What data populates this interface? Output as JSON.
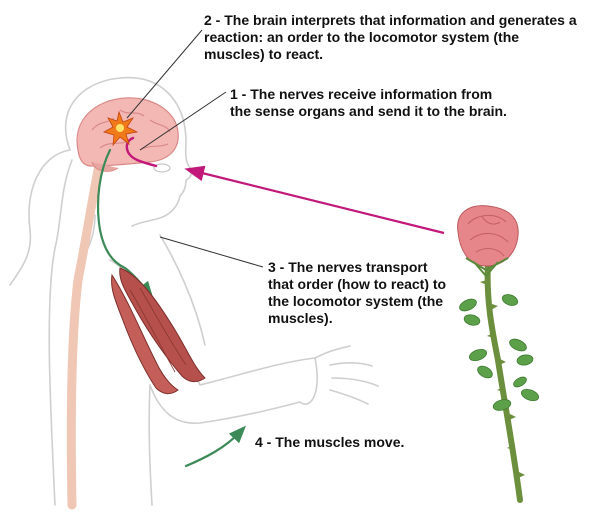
{
  "diagram": {
    "steps": [
      {
        "id": "step-1",
        "text": "1 - The nerves receive information from\nthe sense organs and send it to the brain."
      },
      {
        "id": "step-2",
        "text": "2 - The brain interprets that information and generates a\nreaction: an order to the locomotor system (the\nmuscles) to react."
      },
      {
        "id": "step-3",
        "text": "3 - The nerves transport\nthat order (how to react) to\nthe locomotor system (the\nmuscles)."
      },
      {
        "id": "step-4",
        "text": "4 - The muscles move."
      }
    ]
  },
  "colors": {
    "outline": "#cfcfcf",
    "brain": "#f3b7b4",
    "brain_fold": "#d98a88",
    "spinal_cord": "#f0c6b4",
    "nerve_path": "#3c8a58",
    "sensory_signal": "#c2187a",
    "muscle": "#b5504c",
    "rose_petal": "#e7868a",
    "rose_stem": "#6b8f3c",
    "leaf": "#5da04a",
    "leader_line": "#333333"
  },
  "icons": {
    "impulse": "starburst-icon",
    "signal_arrow": "arrow-left-icon",
    "motion_arrow": "curved-arrow-icon"
  }
}
